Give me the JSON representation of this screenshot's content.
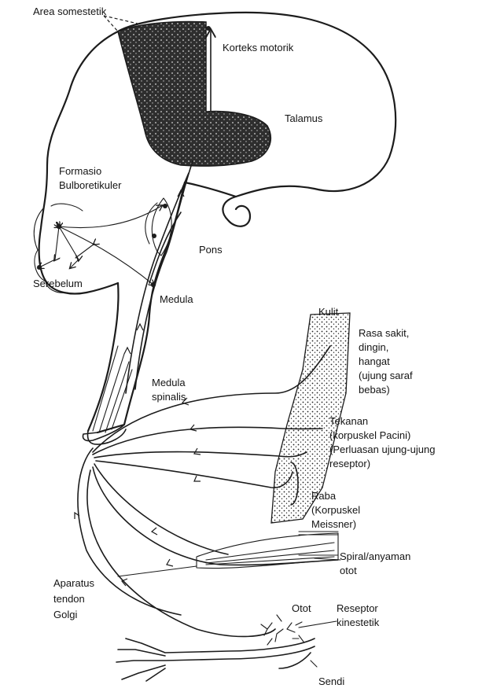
{
  "labels": {
    "area_somestetik": "Area somestetik",
    "korteks_motorik": "Korteks motorik",
    "talamus": "Talamus",
    "formasio": "Formasio",
    "bulboretikuler": "Bulboretikuler",
    "pons": "Pons",
    "serebelum": "Serebelum",
    "medula": "Medula",
    "medula_spinalis_1": "Medula",
    "medula_spinalis_2": "spinalis",
    "kulit": "Kulit",
    "rasa_sakit_1": "Rasa sakit,",
    "rasa_sakit_2": "dingin,",
    "rasa_sakit_3": "hangat",
    "rasa_sakit_4": "(ujung saraf",
    "rasa_sakit_5": "bebas)",
    "tekanan_1": "Tekanan",
    "tekanan_2": "(korpuskel Pacini)",
    "tekanan_3": "(Perluasan ujung-ujung",
    "tekanan_4": "reseptor)",
    "raba_1": "Raba",
    "raba_2": "(Korpuskel",
    "raba_3": "Meissner)",
    "spiral_1": "Spiral/anyaman",
    "spiral_2": "otot",
    "aparatus_1": "Aparatus",
    "aparatus_2": "tendon",
    "aparatus_3": "Golgi",
    "otot": "Otot",
    "reseptor_1": "Reseptor",
    "reseptor_2": "kinestetik",
    "sendi": "Sendi"
  }
}
